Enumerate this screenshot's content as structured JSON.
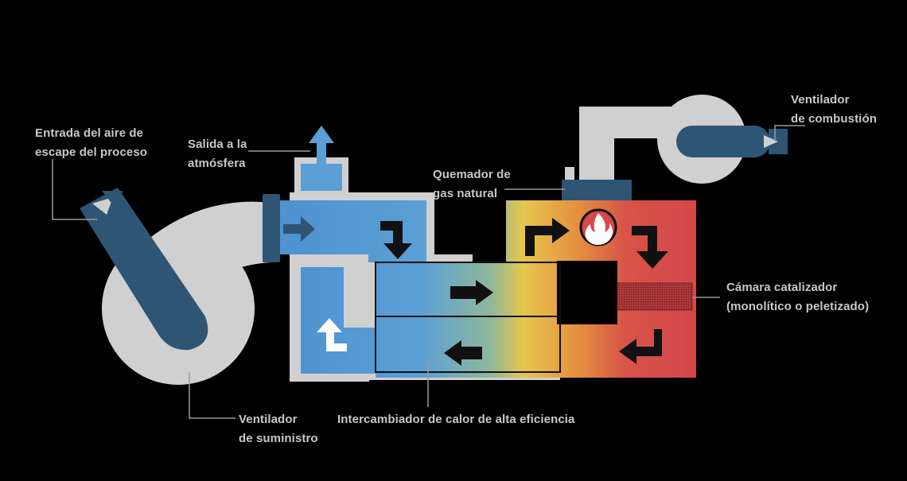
{
  "labels": {
    "exhaust_inlet": [
      "Entrada del aire de",
      "escape del proceso"
    ],
    "outlet_atmosphere": [
      "Salida a la",
      "atmósfera"
    ],
    "gas_burner": [
      "Quemador de",
      "gas natural"
    ],
    "combustion_fan": [
      "Ventilador",
      "de combustión"
    ],
    "catalyst_chamber": [
      "Cámara catalizador",
      "(monolítico o peletizado)"
    ],
    "supply_fan": [
      "Ventilador",
      "de suministro"
    ],
    "heat_exchanger": [
      "Intercambiador de calor de alta eficiencia"
    ]
  },
  "icons": {
    "flame": "flame-icon"
  },
  "colors": {
    "background": "#000000",
    "duct_gray": "#d0d0d0",
    "navy": "#2f5574",
    "blue": "#5b9fd6",
    "yellow": "#e8c74a",
    "orange": "#e38b3f",
    "red": "#d6484a",
    "label_text": "#c8c8c8"
  }
}
